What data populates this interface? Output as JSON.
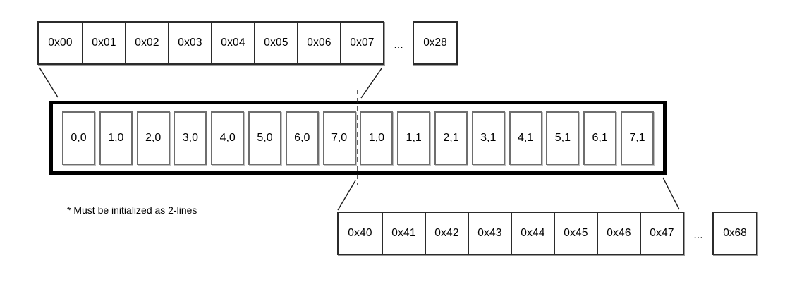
{
  "diagram": {
    "top_addresses": {
      "cells": [
        "0x00",
        "0x01",
        "0x02",
        "0x03",
        "0x04",
        "0x05",
        "0x06",
        "0x07"
      ],
      "ellipsis": "...",
      "tail_cell": "0x28"
    },
    "line_buffer": {
      "cells": [
        "0,0",
        "1,0",
        "2,0",
        "3,0",
        "4,0",
        "5,0",
        "6,0",
        "7,0",
        "1,0",
        "1,1",
        "2,1",
        "3,1",
        "4,1",
        "5,1",
        "6,1",
        "7,1"
      ]
    },
    "bottom_addresses": {
      "cells": [
        "0x40",
        "0x41",
        "0x42",
        "0x43",
        "0x44",
        "0x45",
        "0x46",
        "0x47"
      ],
      "ellipsis": "...",
      "tail_cell": "0x68"
    },
    "note": "* Must be initialized as 2-lines",
    "colors": {
      "background": "#ffffff",
      "thick_border": "#000000",
      "inner_cell_border": "#6e6e6e",
      "address_cell_border": "#2b2b2b",
      "text": "#000000"
    }
  }
}
